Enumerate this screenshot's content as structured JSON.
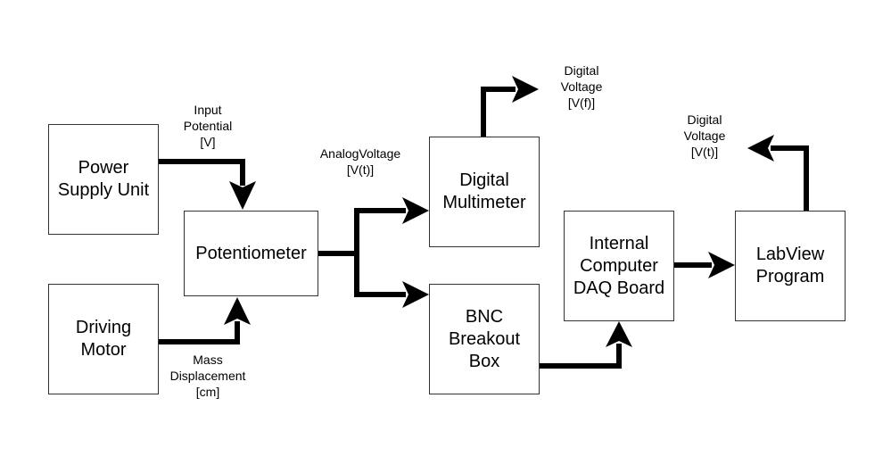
{
  "diagram": {
    "type": "block-diagram",
    "nodes": [
      {
        "id": "power-supply-unit",
        "label": "Power\nSupply Unit"
      },
      {
        "id": "driving-motor",
        "label": "Driving\nMotor"
      },
      {
        "id": "potentiometer",
        "label": "Potentiometer"
      },
      {
        "id": "digital-multimeter",
        "label": "Digital\nMultimeter"
      },
      {
        "id": "bnc-breakout-box",
        "label": "BNC\nBreakout\nBox"
      },
      {
        "id": "daq-board",
        "label": "Internal\nComputer\nDAQ Board"
      },
      {
        "id": "labview-program",
        "label": "LabView\nProgram"
      }
    ],
    "edges": [
      {
        "from": "power-supply-unit",
        "to": "potentiometer",
        "label": "Input\nPotential\n[V]"
      },
      {
        "from": "driving-motor",
        "to": "potentiometer",
        "label": "Mass\nDisplacement\n[cm]"
      },
      {
        "from": "potentiometer",
        "to": "digital-multimeter",
        "label": "AnalogVoltage\n[V(t)]"
      },
      {
        "from": "potentiometer",
        "to": "bnc-breakout-box",
        "label": ""
      },
      {
        "from": "digital-multimeter",
        "to": "output",
        "label": "Digital\nVoltage\n[V(f)]"
      },
      {
        "from": "bnc-breakout-box",
        "to": "daq-board",
        "label": ""
      },
      {
        "from": "daq-board",
        "to": "labview-program",
        "label": ""
      },
      {
        "from": "labview-program",
        "to": "output",
        "label": "Digital\nVoltage\n[V(t)]"
      }
    ]
  }
}
